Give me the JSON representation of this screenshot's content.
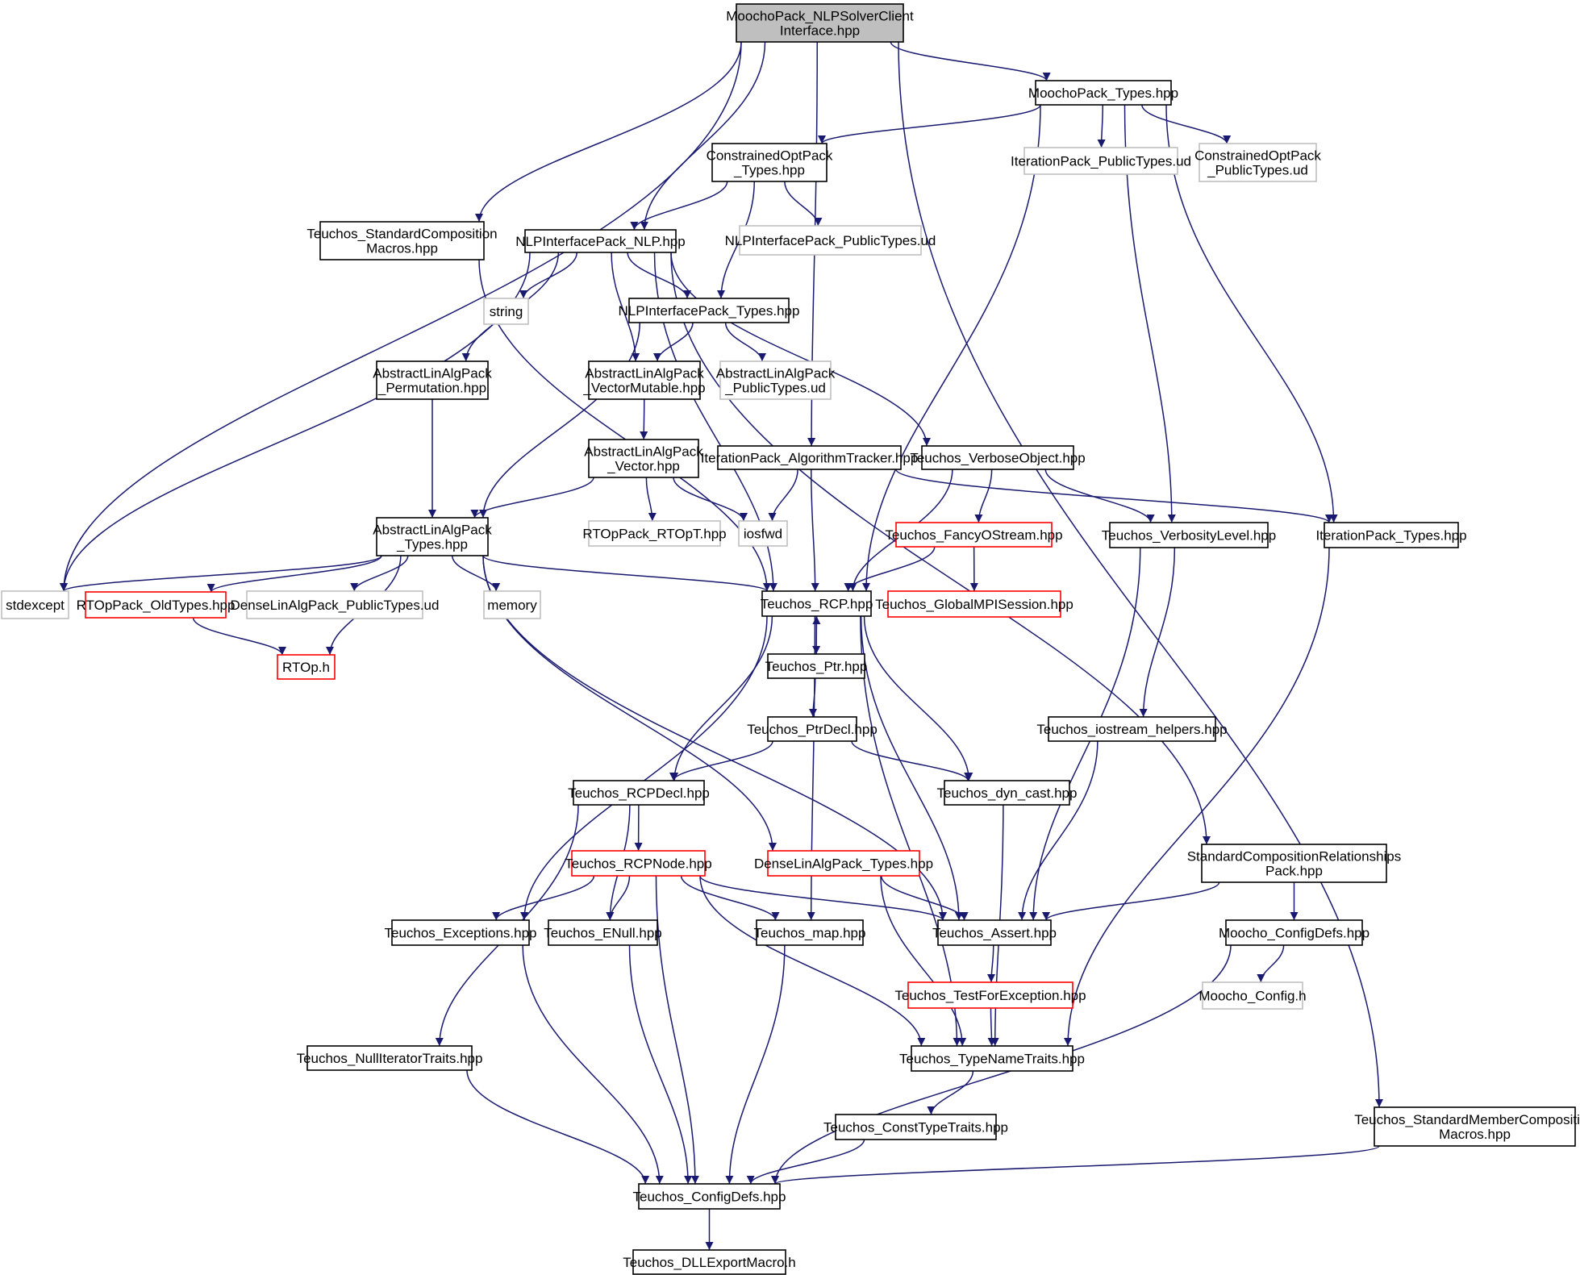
{
  "nodes": [
    {
      "id": "root",
      "lines": [
        "MoochoPack_NLPSolverClient",
        "Interface.hpp"
      ],
      "style": "root"
    },
    {
      "id": "moochopack_types",
      "lines": [
        "MoochoPack_Types.hpp"
      ],
      "style": "normal"
    },
    {
      "id": "constrained_types",
      "lines": [
        "ConstrainedOptPack",
        "_Types.hpp"
      ],
      "style": "normal"
    },
    {
      "id": "iter_public_ud",
      "lines": [
        "IterationPack_PublicTypes.ud"
      ],
      "style": "grey"
    },
    {
      "id": "constrained_public_ud",
      "lines": [
        "ConstrainedOptPack",
        "_PublicTypes.ud"
      ],
      "style": "grey"
    },
    {
      "id": "teuchos_std_comp",
      "lines": [
        "Teuchos_StandardComposition",
        "Macros.hpp"
      ],
      "style": "normal"
    },
    {
      "id": "nlp",
      "lines": [
        "NLPInterfacePack_NLP.hpp"
      ],
      "style": "normal"
    },
    {
      "id": "nlp_public_ud",
      "lines": [
        "NLPInterfacePack_PublicTypes.ud"
      ],
      "style": "grey"
    },
    {
      "id": "string",
      "lines": [
        "string"
      ],
      "style": "grey"
    },
    {
      "id": "nlp_types",
      "lines": [
        "NLPInterfacePack_Types.hpp"
      ],
      "style": "normal"
    },
    {
      "id": "ala_perm",
      "lines": [
        "AbstractLinAlgPack",
        "_Permutation.hpp"
      ],
      "style": "normal"
    },
    {
      "id": "ala_vecmut",
      "lines": [
        "AbstractLinAlgPack",
        "_VectorMutable.hpp"
      ],
      "style": "normal"
    },
    {
      "id": "ala_public_ud",
      "lines": [
        "AbstractLinAlgPack",
        "_PublicTypes.ud"
      ],
      "style": "grey"
    },
    {
      "id": "ala_vector",
      "lines": [
        "AbstractLinAlgPack",
        "_Vector.hpp"
      ],
      "style": "normal"
    },
    {
      "id": "iter_algtracker",
      "lines": [
        "IterationPack_AlgorithmTracker.hpp"
      ],
      "style": "normal"
    },
    {
      "id": "verbose_obj",
      "lines": [
        "Teuchos_VerboseObject.hpp"
      ],
      "style": "normal"
    },
    {
      "id": "ala_types",
      "lines": [
        "AbstractLinAlgPack",
        "_Types.hpp"
      ],
      "style": "normal"
    },
    {
      "id": "rtop_rtopt",
      "lines": [
        "RTOpPack_RTOpT.hpp"
      ],
      "style": "grey"
    },
    {
      "id": "iosfwd",
      "lines": [
        "iosfwd"
      ],
      "style": "grey"
    },
    {
      "id": "fancy_ostream",
      "lines": [
        "Teuchos_FancyOStream.hpp"
      ],
      "style": "red"
    },
    {
      "id": "verbosity_level",
      "lines": [
        "Teuchos_VerbosityLevel.hpp"
      ],
      "style": "normal"
    },
    {
      "id": "iter_types",
      "lines": [
        "IterationPack_Types.hpp"
      ],
      "style": "normal"
    },
    {
      "id": "stdexcept",
      "lines": [
        "stdexcept"
      ],
      "style": "grey"
    },
    {
      "id": "rtop_oldtypes",
      "lines": [
        "RTOpPack_OldTypes.hpp"
      ],
      "style": "red"
    },
    {
      "id": "dense_public_ud",
      "lines": [
        "DenseLinAlgPack_PublicTypes.ud"
      ],
      "style": "grey"
    },
    {
      "id": "memory",
      "lines": [
        "memory"
      ],
      "style": "grey"
    },
    {
      "id": "rcp",
      "lines": [
        "Teuchos_RCP.hpp"
      ],
      "style": "normal"
    },
    {
      "id": "global_mpi",
      "lines": [
        "Teuchos_GlobalMPISession.hpp"
      ],
      "style": "red"
    },
    {
      "id": "rtop_h",
      "lines": [
        "RTOp.h"
      ],
      "style": "red"
    },
    {
      "id": "ptr",
      "lines": [
        "Teuchos_Ptr.hpp"
      ],
      "style": "normal"
    },
    {
      "id": "ptrdecl",
      "lines": [
        "Teuchos_PtrDecl.hpp"
      ],
      "style": "normal"
    },
    {
      "id": "iostream_helpers",
      "lines": [
        "Teuchos_iostream_helpers.hpp"
      ],
      "style": "normal"
    },
    {
      "id": "rcpdecl",
      "lines": [
        "Teuchos_RCPDecl.hpp"
      ],
      "style": "normal"
    },
    {
      "id": "dyn_cast",
      "lines": [
        "Teuchos_dyn_cast.hpp"
      ],
      "style": "normal"
    },
    {
      "id": "rcpnode",
      "lines": [
        "Teuchos_RCPNode.hpp"
      ],
      "style": "red"
    },
    {
      "id": "dense_types",
      "lines": [
        "DenseLinAlgPack_Types.hpp"
      ],
      "style": "red"
    },
    {
      "id": "std_comp_rel",
      "lines": [
        "StandardCompositionRelationships",
        "Pack.hpp"
      ],
      "style": "normal"
    },
    {
      "id": "exceptions",
      "lines": [
        "Teuchos_Exceptions.hpp"
      ],
      "style": "normal"
    },
    {
      "id": "enull",
      "lines": [
        "Teuchos_ENull.hpp"
      ],
      "style": "normal"
    },
    {
      "id": "map",
      "lines": [
        "Teuchos_map.hpp"
      ],
      "style": "normal"
    },
    {
      "id": "assert",
      "lines": [
        "Teuchos_Assert.hpp"
      ],
      "style": "normal"
    },
    {
      "id": "moocho_configdefs",
      "lines": [
        "Moocho_ConfigDefs.hpp"
      ],
      "style": "normal"
    },
    {
      "id": "test_for_exc",
      "lines": [
        "Teuchos_TestForException.hpp"
      ],
      "style": "red"
    },
    {
      "id": "moocho_config_h",
      "lines": [
        "Moocho_Config.h"
      ],
      "style": "grey"
    },
    {
      "id": "null_iter",
      "lines": [
        "Teuchos_NullIteratorTraits.hpp"
      ],
      "style": "normal"
    },
    {
      "id": "typename_traits",
      "lines": [
        "Teuchos_TypeNameTraits.hpp"
      ],
      "style": "normal"
    },
    {
      "id": "const_type_traits",
      "lines": [
        "Teuchos_ConstTypeTraits.hpp"
      ],
      "style": "normal"
    },
    {
      "id": "std_member_comp",
      "lines": [
        "Teuchos_StandardMemberComposition",
        "Macros.hpp"
      ],
      "style": "normal"
    },
    {
      "id": "configdefs",
      "lines": [
        "Teuchos_ConfigDefs.hpp"
      ],
      "style": "normal"
    },
    {
      "id": "dll_export",
      "lines": [
        "Teuchos_DLLExportMacro.h"
      ],
      "style": "normal"
    }
  ],
  "edges": [
    [
      "root",
      "stdexcept"
    ],
    [
      "root",
      "teuchos_std_comp"
    ],
    [
      "root",
      "nlp"
    ],
    [
      "root",
      "iter_algtracker"
    ],
    [
      "root",
      "moochopack_types"
    ],
    [
      "root",
      "std_member_comp"
    ],
    [
      "moochopack_types",
      "constrained_types"
    ],
    [
      "moochopack_types",
      "iter_public_ud"
    ],
    [
      "moochopack_types",
      "constrained_public_ud"
    ],
    [
      "moochopack_types",
      "rcp"
    ],
    [
      "moochopack_types",
      "verbosity_level"
    ],
    [
      "moochopack_types",
      "iter_types"
    ],
    [
      "constrained_types",
      "nlp"
    ],
    [
      "constrained_types",
      "nlp_types"
    ],
    [
      "constrained_types",
      "nlp_public_ud"
    ],
    [
      "teuchos_std_comp",
      "rcp"
    ],
    [
      "nlp",
      "stdexcept"
    ],
    [
      "nlp",
      "string"
    ],
    [
      "nlp",
      "ala_perm"
    ],
    [
      "nlp",
      "ala_vecmut"
    ],
    [
      "nlp",
      "nlp_types"
    ],
    [
      "nlp",
      "rcp"
    ],
    [
      "nlp",
      "verbose_obj"
    ],
    [
      "nlp",
      "std_comp_rel"
    ],
    [
      "nlp_types",
      "ala_types"
    ],
    [
      "nlp_types",
      "ala_vecmut"
    ],
    [
      "nlp_types",
      "ala_public_ud"
    ],
    [
      "ala_perm",
      "ala_types"
    ],
    [
      "ala_vecmut",
      "ala_vector"
    ],
    [
      "ala_vector",
      "ala_types"
    ],
    [
      "ala_vector",
      "rtop_rtopt"
    ],
    [
      "ala_vector",
      "iosfwd"
    ],
    [
      "iter_algtracker",
      "iosfwd"
    ],
    [
      "iter_algtracker",
      "rcp"
    ],
    [
      "iter_algtracker",
      "iter_types"
    ],
    [
      "verbose_obj",
      "fancy_ostream"
    ],
    [
      "verbose_obj",
      "verbosity_level"
    ],
    [
      "verbose_obj",
      "rcp"
    ],
    [
      "fancy_ostream",
      "rcp"
    ],
    [
      "fancy_ostream",
      "global_mpi"
    ],
    [
      "ala_types",
      "stdexcept"
    ],
    [
      "ala_types",
      "rtop_oldtypes"
    ],
    [
      "ala_types",
      "dense_public_ud"
    ],
    [
      "ala_types",
      "memory"
    ],
    [
      "ala_types",
      "rcp"
    ],
    [
      "ala_types",
      "rtop_h"
    ],
    [
      "ala_types",
      "dense_types"
    ],
    [
      "ala_types",
      "assert"
    ],
    [
      "rtop_oldtypes",
      "rtop_h"
    ],
    [
      "rcp",
      "ptr"
    ],
    [
      "ptr",
      "rcp"
    ],
    [
      "ptr",
      "ptrdecl"
    ],
    [
      "rcp",
      "rcpdecl"
    ],
    [
      "rcp",
      "exceptions"
    ],
    [
      "rcp",
      "map"
    ],
    [
      "rcp",
      "dyn_cast"
    ],
    [
      "rcp",
      "assert"
    ],
    [
      "rcp",
      "typename_traits"
    ],
    [
      "ptrdecl",
      "rcpdecl"
    ],
    [
      "ptrdecl",
      "dyn_cast"
    ],
    [
      "rcpdecl",
      "rcpnode"
    ],
    [
      "rcpdecl",
      "enull"
    ],
    [
      "rcpdecl",
      "null_iter"
    ],
    [
      "rcpnode",
      "exceptions"
    ],
    [
      "rcpnode",
      "enull"
    ],
    [
      "rcpnode",
      "map"
    ],
    [
      "rcpnode",
      "assert"
    ],
    [
      "rcpnode",
      "typename_traits"
    ],
    [
      "rcpnode",
      "configdefs"
    ],
    [
      "verbosity_level",
      "iostream_helpers"
    ],
    [
      "verbosity_level",
      "assert"
    ],
    [
      "iostream_helpers",
      "assert"
    ],
    [
      "dyn_cast",
      "typename_traits"
    ],
    [
      "dense_types",
      "assert"
    ],
    [
      "dense_types",
      "typename_traits"
    ],
    [
      "std_comp_rel",
      "assert"
    ],
    [
      "std_comp_rel",
      "moocho_configdefs"
    ],
    [
      "moocho_configdefs",
      "moocho_config_h"
    ],
    [
      "moocho_configdefs",
      "configdefs"
    ],
    [
      "iter_types",
      "typename_traits"
    ],
    [
      "assert",
      "test_for_exc"
    ],
    [
      "test_for_exc",
      "typename_traits"
    ],
    [
      "typename_traits",
      "const_type_traits"
    ],
    [
      "const_type_traits",
      "configdefs"
    ],
    [
      "exceptions",
      "configdefs"
    ],
    [
      "enull",
      "configdefs"
    ],
    [
      "map",
      "configdefs"
    ],
    [
      "null_iter",
      "configdefs"
    ],
    [
      "std_member_comp",
      "configdefs"
    ],
    [
      "configdefs",
      "dll_export"
    ]
  ],
  "colors": {
    "edge": "#191970",
    "border": "#000000",
    "grey_border": "#bfbfbf",
    "red_border": "#ff0000",
    "root_fill": "#bfbfbf",
    "background": "#ffffff"
  }
}
